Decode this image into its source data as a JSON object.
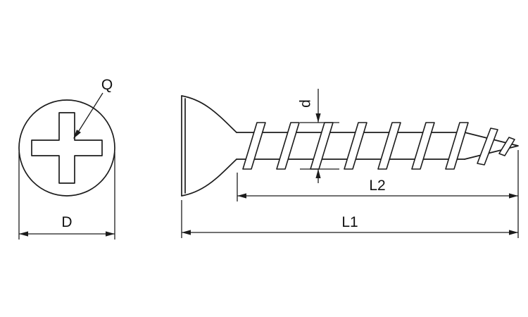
{
  "diagram": {
    "labels": {
      "recess": "Q",
      "head_diameter": "D",
      "thread_diameter": "d",
      "thread_length": "L2",
      "overall_length": "L1"
    },
    "colors": {
      "line": "#1c1c1c",
      "text": "#111111",
      "background": "#ffffff"
    }
  }
}
